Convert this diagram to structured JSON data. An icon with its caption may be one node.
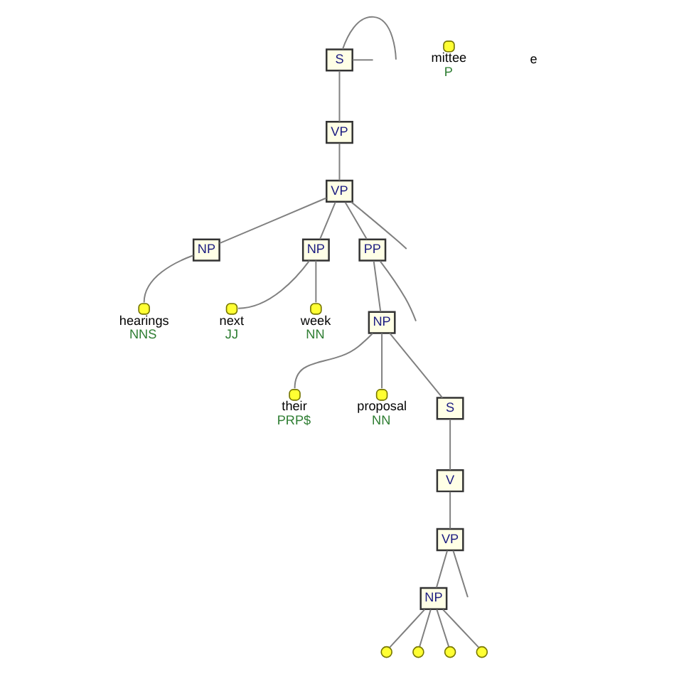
{
  "diagram": {
    "nodes": [
      {
        "text": [
          "S"
        ]
      },
      {
        "text": [
          "VP"
        ]
      },
      {
        "text": [
          "VP"
        ]
      },
      {
        "text": [
          "NP"
        ]
      },
      {
        "text": [
          "NP"
        ]
      },
      {
        "text": [
          "PP"
        ]
      },
      {
        "text": [
          "hearings",
          "NNS"
        ]
      },
      {
        "text": [
          "next",
          "JJ"
        ]
      },
      {
        "text": [
          "week",
          "NN"
        ]
      },
      {
        "text": [
          "NP"
        ]
      },
      {
        "text": [
          "their",
          "PRP$"
        ]
      },
      {
        "text": [
          "proposal",
          "NN"
        ]
      },
      {
        "text": [
          "S"
        ]
      },
      {
        "text": [
          "V"
        ]
      },
      {
        "text": [
          "VP"
        ]
      },
      {
        "text": [
          "NP"
        ]
      },
      {
        "text": [],
        "shape": "circle"
      },
      {
        "text": [],
        "shape": "circle"
      },
      {
        "text": [],
        "shape": "circle"
      },
      {
        "text": [],
        "shape": "circle"
      },
      {
        "text": [
          "mittee",
          "P"
        ]
      }
    ],
    "edges": [
      {
        "from": 0,
        "to": null,
        "arrow": "none"
      },
      {
        "from": 0,
        "to": 1,
        "arrow": "none"
      },
      {
        "from": 0,
        "to": null,
        "arrow": "none"
      },
      {
        "from": 1,
        "to": 2,
        "arrow": "none"
      },
      {
        "from": 2,
        "to": 3,
        "arrow": "none"
      },
      {
        "from": 2,
        "to": 4,
        "arrow": "none"
      },
      {
        "from": 2,
        "to": 5,
        "arrow": "none"
      },
      {
        "from": 2,
        "to": null,
        "arrow": "none"
      },
      {
        "from": 3,
        "to": 6,
        "arrow": "none"
      },
      {
        "from": 4,
        "to": 7,
        "arrow": "none"
      },
      {
        "from": 4,
        "to": 8,
        "arrow": "none"
      },
      {
        "from": 5,
        "to": 9,
        "arrow": "none"
      },
      {
        "from": 5,
        "to": null,
        "arrow": "none"
      },
      {
        "from": 9,
        "to": 10,
        "arrow": "none"
      },
      {
        "from": 9,
        "to": 11,
        "arrow": "none"
      },
      {
        "from": 9,
        "to": 12,
        "arrow": "none"
      },
      {
        "from": 12,
        "to": 13,
        "arrow": "none"
      },
      {
        "from": 13,
        "to": 14,
        "arrow": "none"
      },
      {
        "from": 14,
        "to": 15,
        "arrow": "none"
      },
      {
        "from": 14,
        "to": null,
        "arrow": "none"
      },
      {
        "from": 15,
        "to": 16,
        "arrow": "none"
      },
      {
        "from": 15,
        "to": 17,
        "arrow": "none"
      },
      {
        "from": 15,
        "to": 18,
        "arrow": "none"
      },
      {
        "from": 15,
        "to": 19,
        "arrow": "none"
      }
    ],
    "labels": [
      "e"
    ]
  }
}
